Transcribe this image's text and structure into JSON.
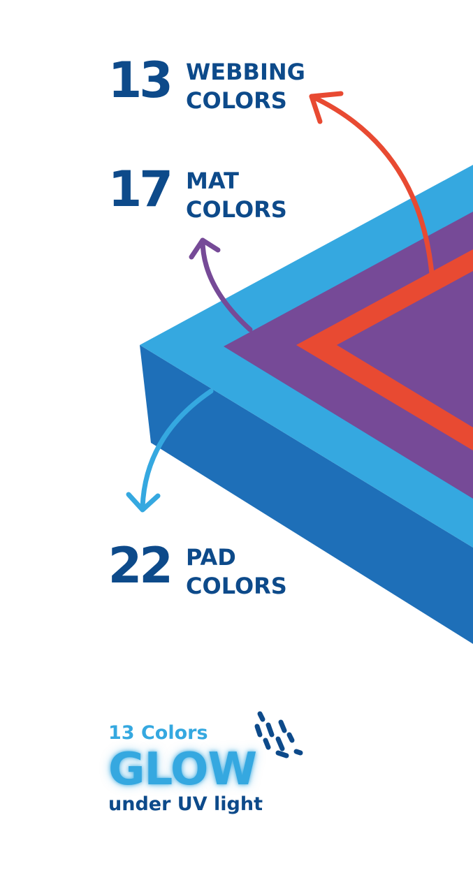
{
  "stats": [
    {
      "number": "13",
      "line1": "WEBBING",
      "line2": "COLORS"
    },
    {
      "number": "17",
      "line1": "MAT",
      "line2": "COLORS"
    },
    {
      "number": "22",
      "line1": "PAD",
      "line2": "COLORS"
    }
  ],
  "glow": {
    "top": "13 Colors",
    "main": "GLOW",
    "bottom": "under UV light"
  },
  "colors": {
    "text_dark": "#0d4a8a",
    "pad_top": "#35a8e0",
    "pad_side": "#1e6fb8",
    "mat": "#764a97",
    "webbing": "#e84a32"
  }
}
